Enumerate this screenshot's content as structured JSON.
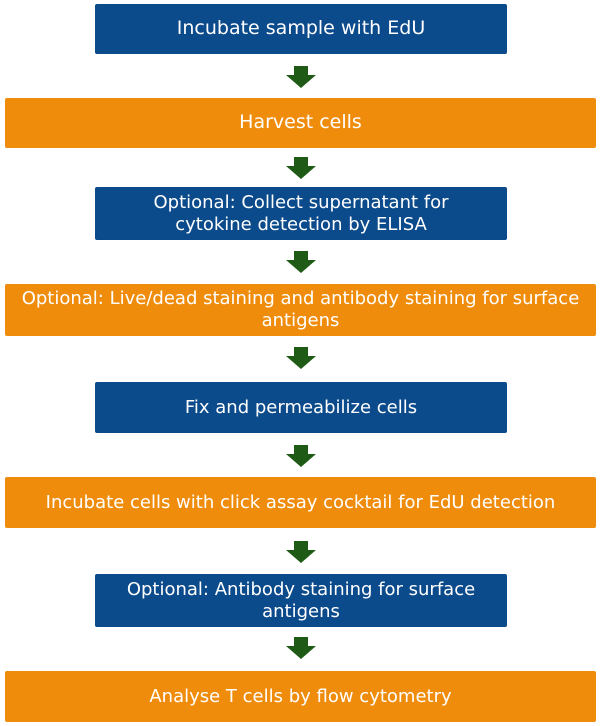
{
  "colors": {
    "blue_box": "#0b4a8b",
    "orange_box": "#f08c0c",
    "arrow": "#1f5a16",
    "text": "#ffffff"
  },
  "steps": [
    {
      "text": "Incubate sample with EdU",
      "color": "blue"
    },
    {
      "text": "Harvest cells",
      "color": "orange"
    },
    {
      "text": "Optional: Collect supernatant for cytokine detection by ELISA",
      "color": "blue"
    },
    {
      "text": "Optional: Live/dead staining and antibody staining for surface antigens",
      "color": "orange"
    },
    {
      "text": "Fix and permeabilize cells",
      "color": "blue"
    },
    {
      "text": "Incubate cells with click assay cocktail for EdU detection",
      "color": "orange"
    },
    {
      "text": "Optional: Antibody staining for surface antigens",
      "color": "blue"
    },
    {
      "text": "Analyse T cells by flow cytometry",
      "color": "orange"
    }
  ],
  "arrow_icon": "down-arrow-icon"
}
